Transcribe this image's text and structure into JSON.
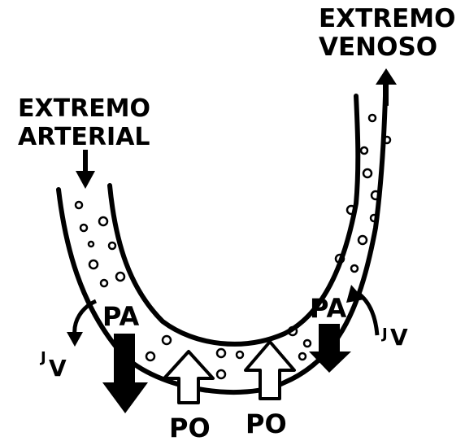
{
  "labels": {
    "venous_end_line1": "EXTREMO",
    "venous_end_line2": "VENOSO",
    "arterial_end_line1": "EXTREMO",
    "arterial_end_line2": "ARTERIAL",
    "pa_left": "PA",
    "pa_right": "PA",
    "po_left": "PO",
    "po_right": "PO",
    "jv_left_main": "J",
    "jv_left_sub": "V",
    "jv_right_main": "J",
    "jv_right_sub": "V"
  },
  "colors": {
    "ink": "#000000",
    "paper": "#ffffff"
  }
}
